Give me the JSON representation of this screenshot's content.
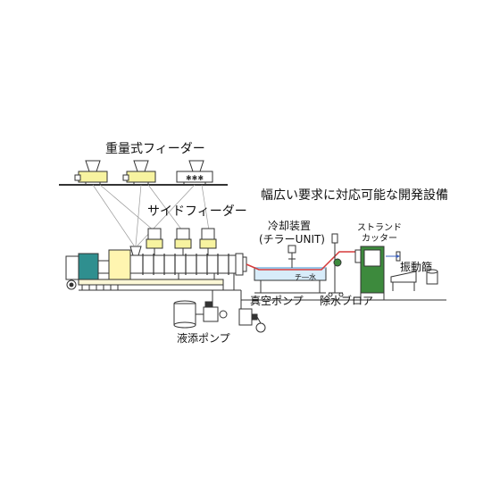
{
  "labels": {
    "gravimetric_feeder": "重量式フィーダー",
    "side_feeder": "サイドフィーダー",
    "tagline": "幅広い要求に対応可能な開発設備",
    "cooling_unit": "冷却装置",
    "chiller_unit": "(チラーUNIT)",
    "strand_cutter_line1": "ストランド",
    "strand_cutter_line2": "カッター",
    "vibrating_sieve": "振動篩",
    "vacuum_pump": "真空ポンプ",
    "dewater_blower": "除水ブロア",
    "liquid_pump": "液添ポンプ",
    "water_label": "チ―水"
  },
  "colors": {
    "line": "#333333",
    "motor_teal": "#2f8f8f",
    "gearbox_yellow": "#fff5b0",
    "gearbox_stroke": "#999966",
    "feeder_yellow": "#f7f3a0",
    "water_blue": "#d8ecfa",
    "water_edge": "#7fb6e0",
    "strand_red": "#d63a3a",
    "dryer_green": "#3d8a3d",
    "frame_cream": "#fbf7d6",
    "arrow_blue": "#3a5fbf"
  }
}
